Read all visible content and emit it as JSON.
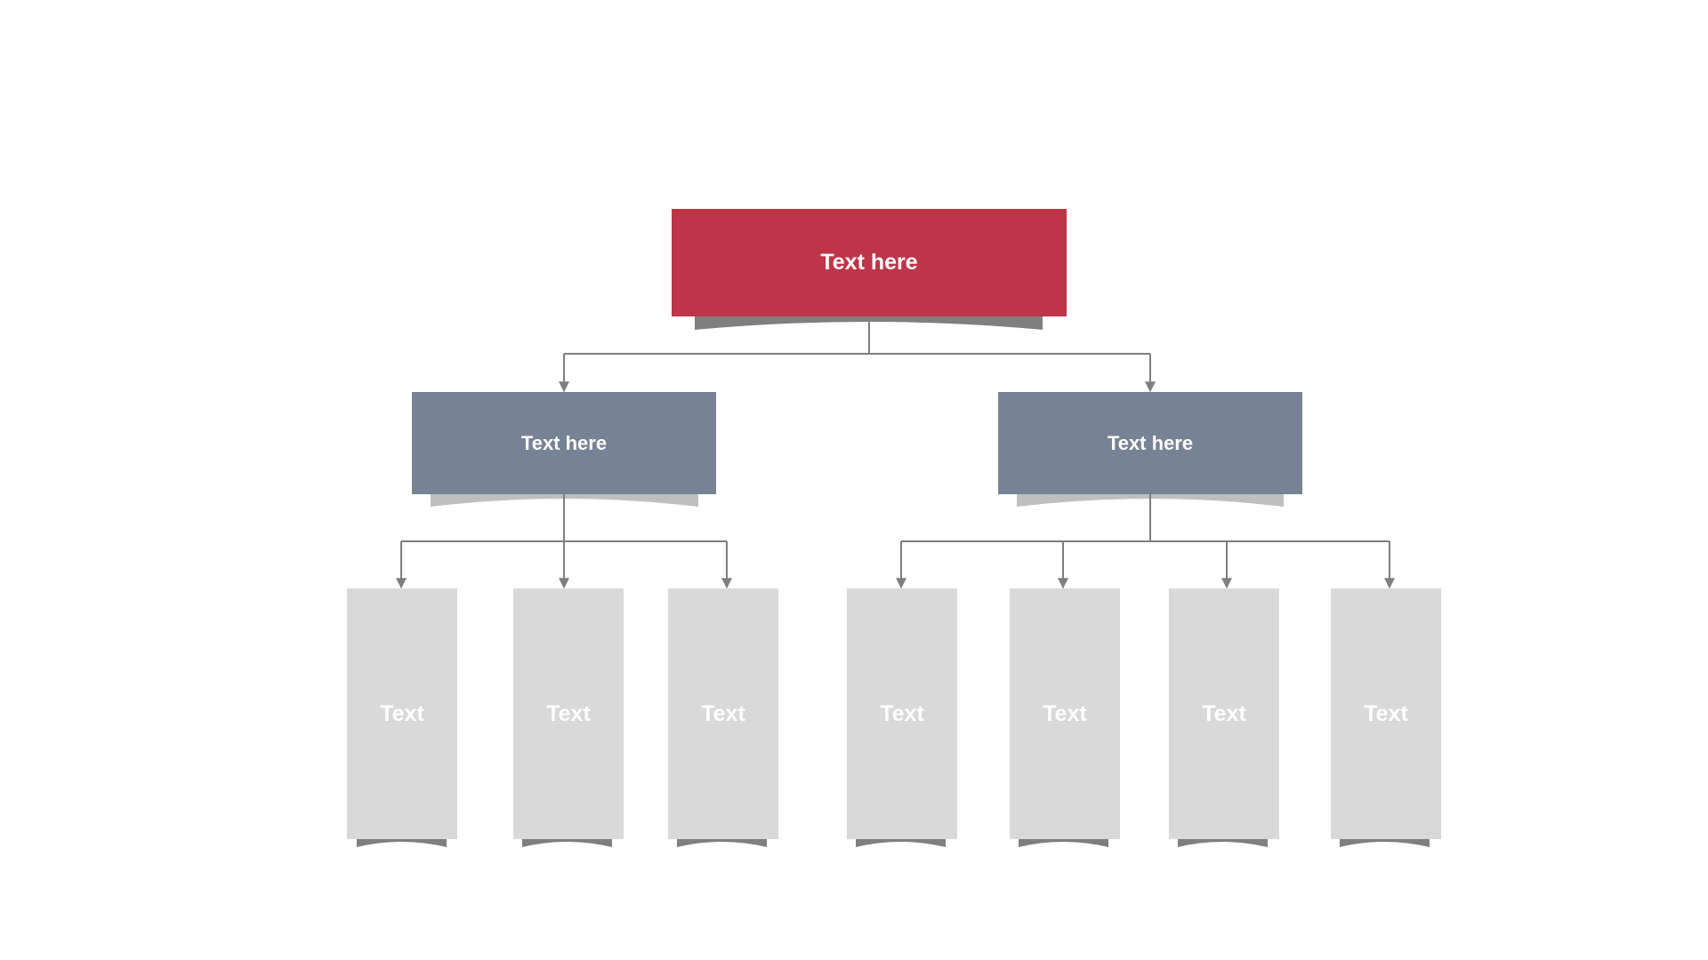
{
  "colors": {
    "root": "#BE3549",
    "mid": "#778394",
    "leaf": "#D9D9D9",
    "connector": "#7F7F7F",
    "root_shadow": "#7F7F7F",
    "mid_shadow": "#BFBFBF",
    "leaf_shadow": "#7F7F7F"
  },
  "org": {
    "root": {
      "label": "Text here"
    },
    "left": {
      "label": "Text here",
      "children": [
        {
          "label": "Text"
        },
        {
          "label": "Text"
        },
        {
          "label": "Text"
        }
      ]
    },
    "right": {
      "label": "Text here",
      "children": [
        {
          "label": "Text"
        },
        {
          "label": "Text"
        },
        {
          "label": "Text"
        },
        {
          "label": "Text"
        }
      ]
    }
  }
}
